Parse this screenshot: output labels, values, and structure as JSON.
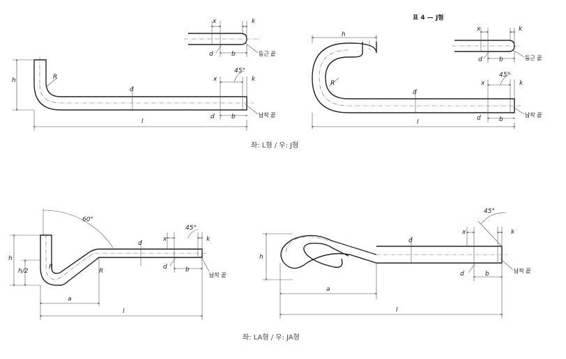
{
  "table_title": "표 4 — J형",
  "captions": {
    "top": "좌: L형 / 우: J형",
    "bottom": "좌: LA형 / 우: JA형"
  },
  "notes": {
    "round_end": "둥근 끝",
    "chamfer_end": "납작 끝"
  },
  "labels": {
    "x": "x",
    "k": "k",
    "d": "d",
    "b": "b",
    "l": "l",
    "h": "h",
    "R": "R",
    "a": "a",
    "angle_45": "45°",
    "angle_60": "60°",
    "h_half": "h/2"
  }
}
